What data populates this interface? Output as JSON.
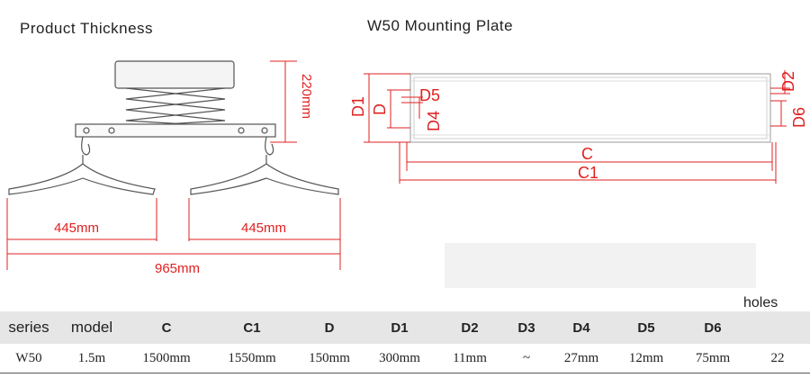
{
  "titles": {
    "product_thickness": "Product Thickness",
    "mounting_plate": "W50 Mounting Plate"
  },
  "dimensions": {
    "height": "220mm",
    "left_width": "445mm",
    "right_width": "445mm",
    "total_width": "965mm"
  },
  "plate_labels": {
    "D1": "D1",
    "D": "D",
    "D5": "D5",
    "D4": "D4",
    "D2": "D2",
    "D6": "D6",
    "C": "C",
    "C1": "C1"
  },
  "colors": {
    "dimension": "#e02020",
    "drawing": "#888888"
  },
  "table": {
    "holes_label": "holes",
    "headers": [
      "series",
      "model",
      "C",
      "C1",
      "D",
      "D1",
      "D2",
      "D3",
      "D4",
      "D5",
      "D6",
      ""
    ],
    "row": [
      "W50",
      "1.5m",
      "1500mm",
      "1550mm",
      "150mm",
      "300mm",
      "11mm",
      "~",
      "27mm",
      "12mm",
      "75mm",
      "22"
    ]
  }
}
